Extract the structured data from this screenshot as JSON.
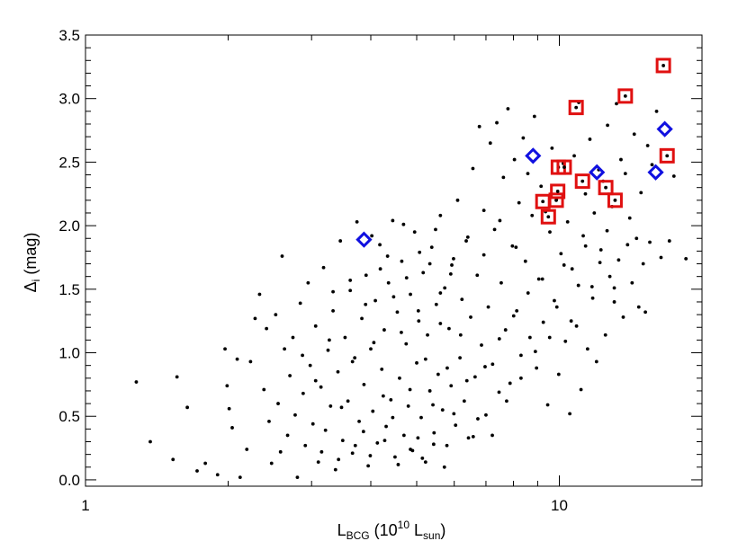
{
  "chart_data": {
    "type": "scatter",
    "title": "",
    "xlabel": {
      "main": "L",
      "sub": "BCG",
      "paren_open": " (10",
      "sup": "10",
      "mid": " L",
      "sub2": "sun",
      "paren_close": ")"
    },
    "ylabel": {
      "main": "Δ",
      "sub": "i",
      "rest": " (mag)"
    },
    "xscale": "log",
    "xlim": [
      1,
      20
    ],
    "ylim": [
      -0.05,
      3.5
    ],
    "xticks": [
      1,
      10
    ],
    "xtick_labels": [
      "1",
      "10"
    ],
    "yticks": [
      0.0,
      0.5,
      1.0,
      1.5,
      2.0,
      2.5,
      3.0,
      3.5
    ],
    "ytick_labels": [
      "0.0",
      "0.5",
      "1.0",
      "1.5",
      "2.0",
      "2.5",
      "3.0",
      "3.5"
    ],
    "grid": false,
    "colors": {
      "points": "#000000",
      "squares": "#e01010",
      "diamonds": "#1010e0"
    },
    "series": [
      {
        "marker": "dot",
        "points": [
          [
            1.28,
            0.77
          ],
          [
            1.37,
            0.3
          ],
          [
            1.56,
            0.81
          ],
          [
            1.53,
            0.16
          ],
          [
            1.64,
            0.57
          ],
          [
            1.72,
            0.07
          ],
          [
            1.79,
            0.13
          ],
          [
            1.9,
            0.04
          ],
          [
            1.97,
            1.03
          ],
          [
            1.99,
            0.74
          ],
          [
            2.01,
            0.56
          ],
          [
            2.04,
            0.41
          ],
          [
            2.09,
            0.95
          ],
          [
            2.12,
            0.02
          ],
          [
            2.19,
            0.24
          ],
          [
            2.23,
            0.93
          ],
          [
            2.28,
            1.27
          ],
          [
            2.33,
            1.46
          ],
          [
            2.38,
            0.71
          ],
          [
            2.41,
            1.19
          ],
          [
            2.44,
            0.46
          ],
          [
            2.47,
            0.13
          ],
          [
            2.52,
            1.3
          ],
          [
            2.55,
            0.6
          ],
          [
            2.58,
            0.22
          ],
          [
            2.6,
            1.76
          ],
          [
            2.63,
            1.03
          ],
          [
            2.67,
            0.35
          ],
          [
            2.7,
            0.82
          ],
          [
            2.74,
            1.12
          ],
          [
            2.77,
            0.51
          ],
          [
            2.8,
            0.02
          ],
          [
            2.84,
            1.39
          ],
          [
            2.88,
            0.68
          ],
          [
            2.91,
            0.27
          ],
          [
            2.95,
            1.55
          ],
          [
            2.98,
            0.9
          ],
          [
            3.02,
            0.44
          ],
          [
            3.06,
            1.21
          ],
          [
            3.1,
            0.14
          ],
          [
            3.14,
            0.73
          ],
          [
            3.18,
            1.67
          ],
          [
            3.21,
            0.39
          ],
          [
            3.25,
            1.02
          ],
          [
            3.29,
            0.58
          ],
          [
            3.33,
            1.33
          ],
          [
            3.37,
            0.08
          ],
          [
            3.41,
            0.85
          ],
          [
            3.45,
            1.88
          ],
          [
            3.49,
            0.31
          ],
          [
            3.53,
            1.12
          ],
          [
            3.58,
            0.62
          ],
          [
            3.62,
            1.49
          ],
          [
            3.66,
            0.21
          ],
          [
            3.7,
            0.96
          ],
          [
            3.74,
            2.03
          ],
          [
            3.78,
            0.46
          ],
          [
            3.83,
            1.27
          ],
          [
            3.87,
            0.75
          ],
          [
            3.91,
            1.61
          ],
          [
            3.95,
            0.11
          ],
          [
            4.0,
            1.03
          ],
          [
            4.04,
            0.54
          ],
          [
            4.09,
            1.41
          ],
          [
            4.13,
            0.29
          ],
          [
            4.18,
            1.85
          ],
          [
            4.22,
            0.87
          ],
          [
            4.27,
            1.18
          ],
          [
            4.31,
            0.42
          ],
          [
            4.36,
            1.55
          ],
          [
            4.41,
            0.63
          ],
          [
            4.45,
            2.04
          ],
          [
            4.5,
            0.18
          ],
          [
            4.55,
            1.32
          ],
          [
            4.6,
            0.8
          ],
          [
            4.65,
            1.72
          ],
          [
            4.7,
            0.35
          ],
          [
            4.75,
            1.07
          ],
          [
            4.8,
            0.58
          ],
          [
            4.85,
            1.46
          ],
          [
            4.9,
            0.23
          ],
          [
            4.95,
            1.95
          ],
          [
            5.0,
            0.92
          ],
          [
            5.05,
            1.25
          ],
          [
            5.11,
            0.49
          ],
          [
            5.16,
            1.63
          ],
          [
            5.22,
            0.14
          ],
          [
            5.27,
            1.14
          ],
          [
            5.33,
            0.7
          ],
          [
            5.38,
            1.83
          ],
          [
            5.44,
            0.37
          ],
          [
            5.5,
            1.38
          ],
          [
            5.55,
            0.83
          ],
          [
            5.61,
            2.08
          ],
          [
            5.67,
            0.55
          ],
          [
            5.73,
            1.51
          ],
          [
            5.79,
            0.27
          ],
          [
            5.85,
            1.19
          ],
          [
            5.91,
            0.74
          ],
          [
            5.98,
            1.74
          ],
          [
            6.04,
            0.43
          ],
          [
            6.1,
            2.2
          ],
          [
            6.17,
            0.96
          ],
          [
            6.23,
            1.42
          ],
          [
            6.3,
            0.62
          ],
          [
            6.36,
            1.88
          ],
          [
            6.43,
            0.33
          ],
          [
            6.5,
            1.28
          ],
          [
            6.57,
            2.45
          ],
          [
            6.64,
            0.81
          ],
          [
            6.71,
            1.61
          ],
          [
            6.78,
            2.78
          ],
          [
            6.85,
            1.06
          ],
          [
            6.93,
            2.12
          ],
          [
            7.0,
            0.51
          ],
          [
            7.08,
            1.36
          ],
          [
            7.15,
            2.65
          ],
          [
            7.23,
            0.91
          ],
          [
            7.3,
            1.97
          ],
          [
            7.38,
            2.81
          ],
          [
            7.46,
            0.69
          ],
          [
            7.54,
            1.55
          ],
          [
            7.62,
            2.38
          ],
          [
            7.7,
            1.18
          ],
          [
            7.79,
            2.92
          ],
          [
            7.87,
            0.76
          ],
          [
            7.96,
            1.84
          ],
          [
            8.04,
            2.52
          ],
          [
            8.13,
            1.33
          ],
          [
            8.22,
            2.18
          ],
          [
            8.3,
            0.98
          ],
          [
            8.39,
            2.69
          ],
          [
            8.48,
            1.72
          ],
          [
            8.58,
            2.41
          ],
          [
            8.67,
            1.12
          ],
          [
            8.76,
            2.08
          ],
          [
            8.86,
            2.86
          ],
          [
            8.95,
            0.88
          ],
          [
            9.05,
            1.58
          ],
          [
            9.15,
            2.31
          ],
          [
            9.25,
            1.24
          ],
          [
            9.35,
            2.11
          ],
          [
            9.45,
            0.59
          ],
          [
            9.55,
            1.95
          ],
          [
            9.65,
            2.61
          ],
          [
            9.76,
            1.41
          ],
          [
            9.86,
            2.21
          ],
          [
            9.97,
            0.83
          ],
          [
            10.08,
            1.78
          ],
          [
            10.19,
            2.49
          ],
          [
            10.3,
            1.09
          ],
          [
            10.41,
            2.03
          ],
          [
            10.52,
            0.52
          ],
          [
            10.64,
            1.66
          ],
          [
            10.75,
            2.55
          ],
          [
            10.87,
            1.21
          ],
          [
            10.99,
            2.97
          ],
          [
            11.11,
            0.71
          ],
          [
            11.23,
            1.92
          ],
          [
            11.35,
            2.25
          ],
          [
            11.47,
            1.03
          ],
          [
            11.6,
            2.68
          ],
          [
            11.72,
            1.52
          ],
          [
            11.85,
            2.1
          ],
          [
            11.98,
            0.93
          ],
          [
            12.11,
            2.44
          ],
          [
            12.24,
            1.81
          ],
          [
            12.37,
            2.35
          ],
          [
            12.51,
            1.14
          ],
          [
            12.64,
            2.79
          ],
          [
            12.78,
            1.6
          ],
          [
            12.92,
            2.15
          ],
          [
            13.06,
            1.4
          ],
          [
            13.2,
            2.96
          ],
          [
            13.34,
            1.73
          ],
          [
            13.49,
            2.52
          ],
          [
            13.64,
            1.28
          ],
          [
            13.78,
            2.41
          ],
          [
            13.93,
            1.85
          ],
          [
            14.08,
            2.06
          ],
          [
            14.24,
            1.55
          ],
          [
            14.39,
            2.72
          ],
          [
            14.55,
            1.9
          ],
          [
            14.71,
            1.36
          ],
          [
            14.87,
            2.26
          ],
          [
            15.03,
            1.7
          ],
          [
            15.19,
            1.32
          ],
          [
            15.36,
            2.63
          ],
          [
            15.52,
            1.87
          ],
          [
            15.69,
            2.48
          ],
          [
            16.04,
            2.9
          ],
          [
            16.39,
            1.75
          ],
          [
            17.07,
            1.88
          ],
          [
            17.45,
            2.39
          ],
          [
            18.5,
            1.74
          ],
          [
            2.87,
            0.98
          ],
          [
            3.06,
            0.78
          ],
          [
            3.27,
            1.1
          ],
          [
            3.47,
            0.57
          ],
          [
            3.66,
            0.93
          ],
          [
            3.86,
            0.38
          ],
          [
            4.06,
            1.08
          ],
          [
            4.25,
            0.66
          ],
          [
            4.45,
            0.49
          ],
          [
            4.64,
            1.16
          ],
          [
            4.84,
            0.71
          ],
          [
            5.03,
            0.33
          ],
          [
            5.22,
            0.95
          ],
          [
            5.41,
            0.59
          ],
          [
            5.61,
            1.23
          ],
          [
            5.8,
            0.88
          ],
          [
            5.99,
            0.52
          ],
          [
            6.19,
            1.14
          ],
          [
            6.38,
            0.78
          ],
          [
            6.58,
            0.34
          ],
          [
            3.15,
            0.22
          ],
          [
            3.42,
            0.16
          ],
          [
            3.71,
            0.27
          ],
          [
            3.99,
            0.19
          ],
          [
            4.28,
            0.31
          ],
          [
            4.57,
            0.12
          ],
          [
            4.85,
            0.24
          ],
          [
            5.14,
            0.17
          ],
          [
            5.43,
            0.28
          ],
          [
            5.72,
            0.1
          ],
          [
            3.33,
            1.48
          ],
          [
            3.62,
            1.57
          ],
          [
            3.9,
            1.38
          ],
          [
            4.19,
            1.66
          ],
          [
            4.47,
            1.44
          ],
          [
            4.76,
            1.59
          ],
          [
            5.04,
            1.33
          ],
          [
            5.33,
            1.7
          ],
          [
            5.61,
            1.47
          ],
          [
            5.9,
            1.62
          ],
          [
            4.02,
            1.92
          ],
          [
            4.34,
            1.76
          ],
          [
            4.69,
            2.01
          ],
          [
            5.07,
            1.79
          ],
          [
            5.48,
            1.97
          ],
          [
            5.93,
            1.69
          ],
          [
            6.41,
            1.91
          ],
          [
            6.93,
            1.77
          ],
          [
            7.49,
            2.04
          ],
          [
            8.1,
            1.83
          ],
          [
            6.73,
            0.48
          ],
          [
            6.97,
            0.89
          ],
          [
            7.22,
            0.35
          ],
          [
            7.47,
            1.11
          ],
          [
            7.74,
            0.62
          ],
          [
            8.01,
            1.29
          ],
          [
            8.3,
            0.8
          ],
          [
            8.59,
            1.47
          ],
          [
            8.9,
            1.01
          ],
          [
            9.21,
            1.58
          ],
          [
            9.54,
            1.12
          ],
          [
            9.88,
            1.36
          ],
          [
            10.23,
            1.69
          ],
          [
            10.59,
            1.25
          ],
          [
            10.97,
            1.53
          ],
          [
            11.36,
            1.84
          ],
          [
            11.76,
            1.43
          ],
          [
            12.18,
            1.71
          ],
          [
            12.61,
            1.96
          ],
          [
            13.06,
            1.51
          ]
        ]
      },
      {
        "marker": "square",
        "points": [
          [
            9.23,
            2.19
          ],
          [
            9.48,
            2.07
          ],
          [
            9.85,
            2.2
          ],
          [
            9.92,
            2.27
          ],
          [
            9.95,
            2.46
          ],
          [
            10.24,
            2.46
          ],
          [
            10.85,
            2.93
          ],
          [
            11.19,
            2.35
          ],
          [
            12.53,
            2.3
          ],
          [
            13.11,
            2.2
          ],
          [
            13.78,
            3.02
          ],
          [
            16.58,
            3.26
          ],
          [
            16.88,
            2.55
          ]
        ]
      },
      {
        "marker": "diamond",
        "points": [
          [
            3.87,
            1.89
          ],
          [
            8.8,
            2.55
          ],
          [
            12.0,
            2.42
          ],
          [
            15.97,
            2.42
          ],
          [
            16.69,
            2.76
          ]
        ]
      }
    ]
  }
}
